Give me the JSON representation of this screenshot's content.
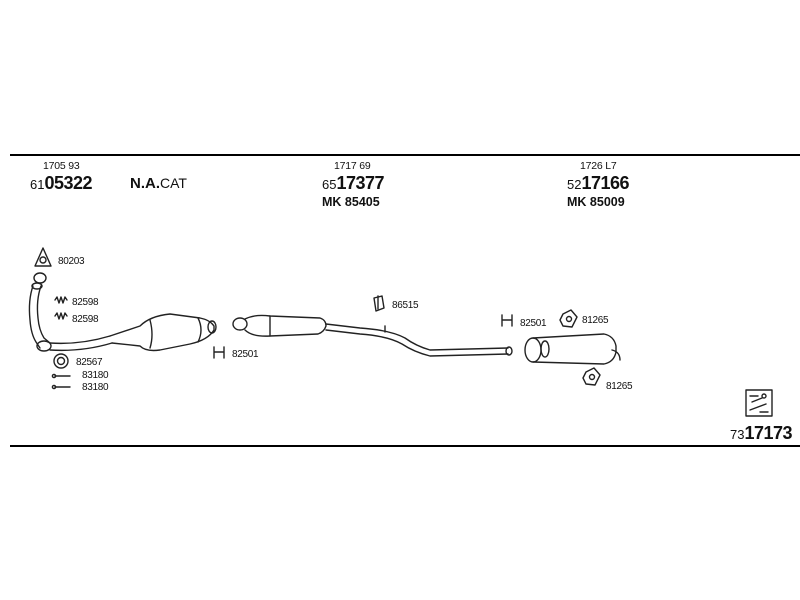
{
  "header": {
    "col1": {
      "code": "1705 93",
      "prefix": "61",
      "number": "05322"
    },
    "note": {
      "bold": "N.A.",
      "rest": "CAT"
    },
    "col2": {
      "code": "1717 69",
      "prefix": "65",
      "number": "17377",
      "mk": "MK 85405"
    },
    "col3": {
      "code": "1726 L7",
      "prefix": "52",
      "number": "17166",
      "mk": "MK 85009"
    }
  },
  "parts": {
    "p80203": "80203",
    "p82598a": "82598",
    "p82598b": "82598",
    "p82567": "82567",
    "p83180a": "83180",
    "p83180b": "83180",
    "p82501a": "82501",
    "p86515": "86515",
    "p82501b": "82501",
    "p81265a": "81265",
    "p81265b": "81265"
  },
  "footer": {
    "prefix": "73",
    "number": "17173"
  }
}
